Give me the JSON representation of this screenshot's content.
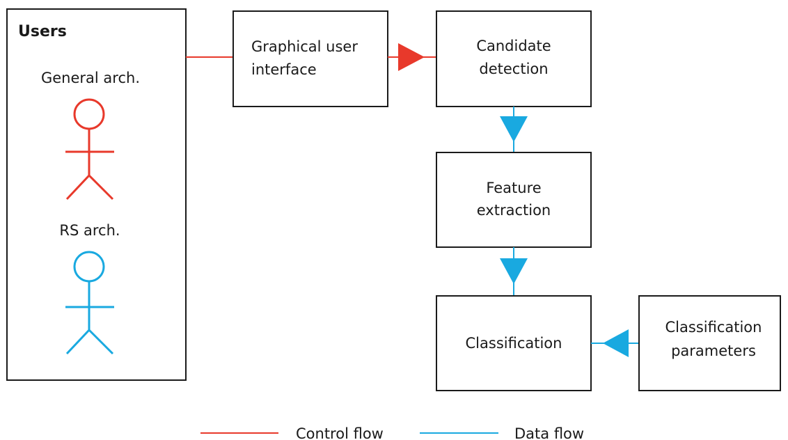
{
  "diagram": {
    "users_box": {
      "title": "Users",
      "general_arch_label": "General arch.",
      "rs_arch_label": "RS arch."
    },
    "nodes": {
      "gui": {
        "line1": "Graphical user",
        "line2": "interface"
      },
      "candidate_detection": {
        "line1": "Candidate",
        "line2": "detection"
      },
      "feature_extraction": {
        "line1": "Feature",
        "line2": "extraction"
      },
      "classification": {
        "line1": "Classification"
      },
      "classification_parameters": {
        "line1": "Classification",
        "line2": "parameters"
      }
    },
    "legend": {
      "control_flow": "Control flow",
      "data_flow": "Data flow"
    },
    "colors": {
      "control_flow": "#e8392b",
      "data_flow": "#19a9e0",
      "box_stroke": "#1a1a1a"
    }
  }
}
